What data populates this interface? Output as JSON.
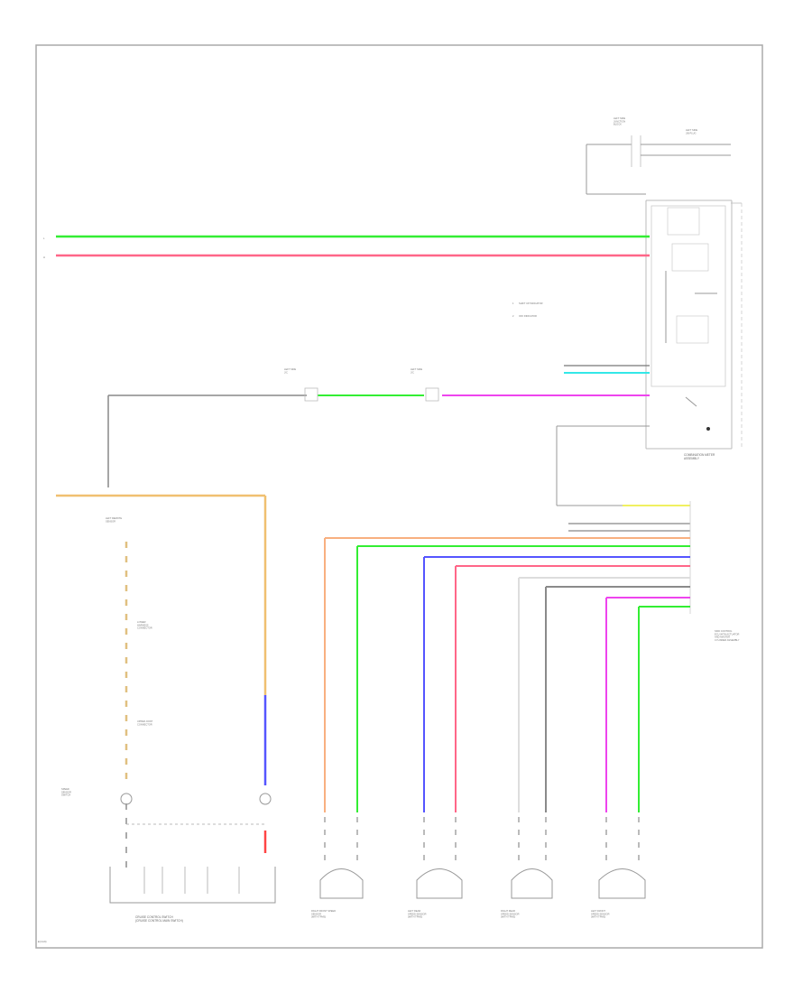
{
  "components": {
    "combination_meter": "COMBINATION METER\nASSEMBLY",
    "skid_control_ecu": "SKID CONTROL\nECU WITH ACTUATOR\nAND MASTER\nCYLINDER ASSEMBLY",
    "shift_indicator_legend": [
      "SHIFT UP INDICATOR",
      "OFF INDICATOR"
    ],
    "left_side_fuse": "LEFT SIDE\nJUNCTION\nBLOCK",
    "left_side_plug": "LEFT SIDE\nJ/B PLUG",
    "left_side_junction_1": "LEFT SIDE\nJ/C",
    "left_side_junction_2": "LEFT SIDE\nJ/C",
    "left_remote_sensor": "LEFT REMOTE\nSENSOR",
    "lower_harness_conn": "LOWER\nHARNESS\nCONNECTOR",
    "left_upper_connector": "UPPER JOINT\nCONNECTOR",
    "speed_sensor_switch": "SPEED\nSENSOR\nSWITCH",
    "cruise_switch": "CRUISE CONTROL SWITCH\n(CRUISE CONTROL MAIN SWITCH)",
    "right_front_sensor": "RIGHT FRONT SPEED\nSENSOR\n(WITH TPMS)",
    "left_rear_sensor": "LEFT REAR\nSPEED SENSOR\n(WITH TPMS)",
    "right_rear_sensor": "RIGHT REAR\nSPEED SENSOR\n(WITH TPMS)",
    "left_front_sensor": "LEFT FRONT\nSPEED SENSOR\n(WITH TPMS)"
  },
  "wire_colors": {
    "green": "#33ee33",
    "pink": "#ff6688",
    "cyan": "#33e8e8",
    "magenta": "#ee44ee",
    "tan": "#f0c070",
    "orange": "#f8b080",
    "blue": "#5555ff",
    "red": "#ff4444",
    "yellow": "#f0f060",
    "gray": "#8a8a8a",
    "light": "#dddddd",
    "frame": "#aaaaaa"
  },
  "footer": "■ (CAN)"
}
